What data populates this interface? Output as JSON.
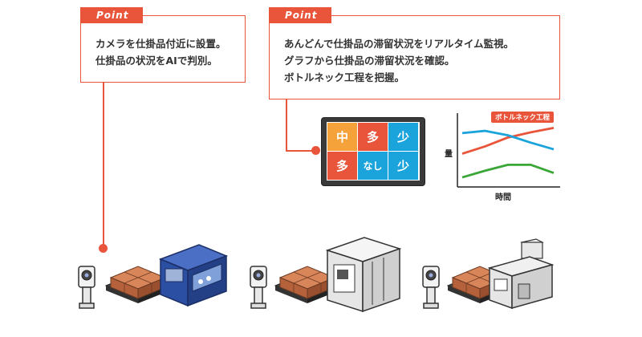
{
  "point_tag": "Point",
  "callout_left": {
    "lines": [
      "カメラを仕掛品付近に設置。",
      "仕掛品の状況をAIで判別。"
    ]
  },
  "callout_right": {
    "lines": [
      "あんどんで仕掛品の滞留状況をリアルタイム監視。",
      "グラフから仕掛品の滞留状況を確認。",
      "ボトルネック工程を把握。"
    ]
  },
  "andon": {
    "cells": [
      {
        "label": "中",
        "color": "#f5a23a"
      },
      {
        "label": "多",
        "color": "#e8553b"
      },
      {
        "label": "少",
        "color": "#1ba3dc"
      },
      {
        "label": "多",
        "color": "#e8553b"
      },
      {
        "label": "なし",
        "color": "#1ba3dc"
      },
      {
        "label": "少",
        "color": "#1ba3dc"
      }
    ]
  },
  "chart_data": {
    "type": "line",
    "xlabel": "時間",
    "ylabel": "量",
    "annotations": [
      "ボトルネック工程"
    ],
    "grid": false,
    "x": [
      0,
      1,
      2,
      3,
      4
    ],
    "series": [
      {
        "color": "#e8553b",
        "values": [
          4.5,
          5.5,
          6.7,
          7.4,
          8.0
        ]
      },
      {
        "color": "#1ba3dc",
        "values": [
          7.3,
          7.6,
          7.0,
          6.0,
          5.1
        ]
      },
      {
        "color": "#3aa637",
        "values": [
          1.3,
          2.2,
          3.0,
          3.0,
          1.9
        ]
      }
    ],
    "ylim": [
      0,
      10
    ],
    "xlim": [
      0,
      4
    ]
  },
  "colors": {
    "accent": "#e8553b",
    "machine_blue": "#2b4fa3",
    "pallet_brown": "#b5623c"
  },
  "icons": [
    "camera-icon",
    "pallet-boxes-icon",
    "machine-icon"
  ]
}
